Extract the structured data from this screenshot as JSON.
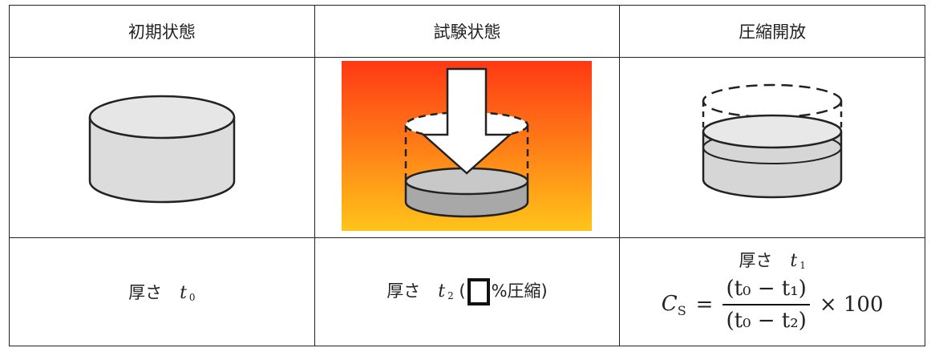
{
  "headers": [
    "初期状態",
    "試験状態",
    "圧縮開放"
  ],
  "thickness_label": "厚さ",
  "cells": {
    "initial": {
      "var": "t",
      "sub": "0"
    },
    "test": {
      "var": "t",
      "sub": "2",
      "paren_open": "(",
      "percent_suffix": "%圧縮)"
    },
    "release": {
      "var": "t",
      "sub": "1"
    }
  },
  "formula": {
    "lhs_var": "C",
    "lhs_sub": "S",
    "equals": "=",
    "num": "(t₀ − t₁)",
    "den": "(t₀ − t₂)",
    "times": "× 100"
  },
  "colors": {
    "gradient_top": "#ff3a12",
    "gradient_bottom": "#ffc21a",
    "cyl_fill": "#d6d6d6"
  }
}
